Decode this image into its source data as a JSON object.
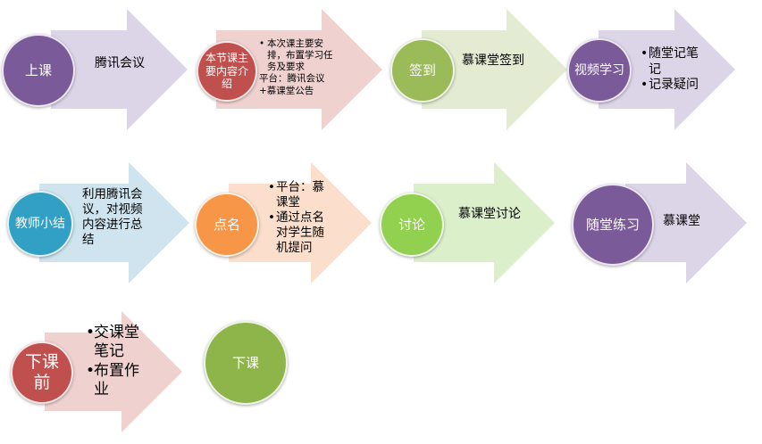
{
  "steps": [
    {
      "title": "上课",
      "circle_color": "#7b5a9a",
      "arrow_color": "#dcd5e7",
      "description": "腾讯会议"
    },
    {
      "title": "本节课主要内容介绍",
      "circle_color": "#c0504d",
      "arrow_color": "#efd2d0",
      "bullets": [
        "本次课主要安排，布置学习任务及要求"
      ],
      "extra_text": "平台：腾讯会议+慕课堂公告"
    },
    {
      "title": "签到",
      "circle_color": "#9bbb59",
      "arrow_color": "#e3ebd3",
      "description": "慕课堂签到"
    },
    {
      "title": "视频学习",
      "circle_color": "#7b5a9a",
      "arrow_color": "#dcd5e7",
      "bullets": [
        "随堂记笔记",
        "记录疑问"
      ]
    },
    {
      "title": "教师小结",
      "circle_color": "#31a0c4",
      "arrow_color": "#cfe4ee",
      "description": "利用腾讯会议，对视频内容进行总结"
    },
    {
      "title": "点名",
      "circle_color": "#f79646",
      "arrow_color": "#fbdfcc",
      "bullets": [
        "平台：慕课堂",
        "通过点名对学生随机提问"
      ]
    },
    {
      "title": "讨论",
      "circle_color": "#92d050",
      "arrow_color": "#dcefcb",
      "description": "慕课堂讨论"
    },
    {
      "title": "随堂练习",
      "circle_color": "#7b5a9a",
      "arrow_color": "#dcd5e7",
      "description": "慕课堂"
    },
    {
      "title": "下课前",
      "circle_color": "#c0504d",
      "arrow_color": "#efd2d0",
      "bullets": [
        "交课堂笔记",
        "布置作业"
      ]
    }
  ],
  "end_step": {
    "title": "下课",
    "circle_color": "#8db54a"
  }
}
